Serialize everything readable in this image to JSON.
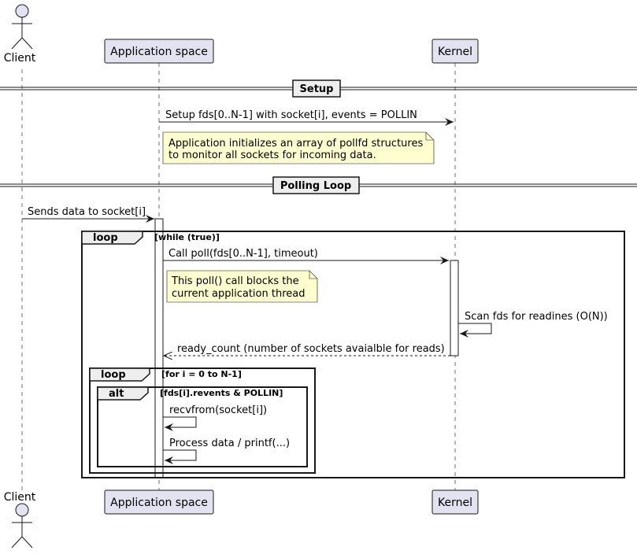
{
  "participants": {
    "client": "Client",
    "app": "Application space",
    "kernel": "Kernel"
  },
  "separators": {
    "setup": "Setup",
    "polling": "Polling Loop"
  },
  "messages": {
    "setup_fds": "Setup fds[0..N-1] with socket[i], events = POLLIN",
    "sends_data": "Sends data to socket[i]",
    "call_poll": "Call poll(fds[0..N-1], timeout)",
    "scan_fds": "Scan fds for readines (O(N))",
    "ready_count": "ready_count (number of sockets avaialble for reads)",
    "recvfrom": "recvfrom(socket[i])",
    "process": "Process data / printf(...)"
  },
  "notes": {
    "init": [
      "Application initializes an array of pollfd structures",
      "to monitor all sockets for incoming data."
    ],
    "blocks": [
      "This poll() call blocks the",
      "current application thread"
    ]
  },
  "fragments": {
    "outer_loop": {
      "operator": "loop",
      "guard": "[while (true)]"
    },
    "inner_loop": {
      "operator": "loop",
      "guard": "[for i = 0 to N-1]"
    },
    "alt": {
      "operator": "alt",
      "guard": "[fds[i].revents & POLLIN]"
    }
  },
  "colors": {
    "participant_fill": "#e2e2f0",
    "participant_stroke": "#181818",
    "note_fill": "#fefece",
    "separator_fill": "#eeeeee",
    "lifeline": "#181818"
  }
}
